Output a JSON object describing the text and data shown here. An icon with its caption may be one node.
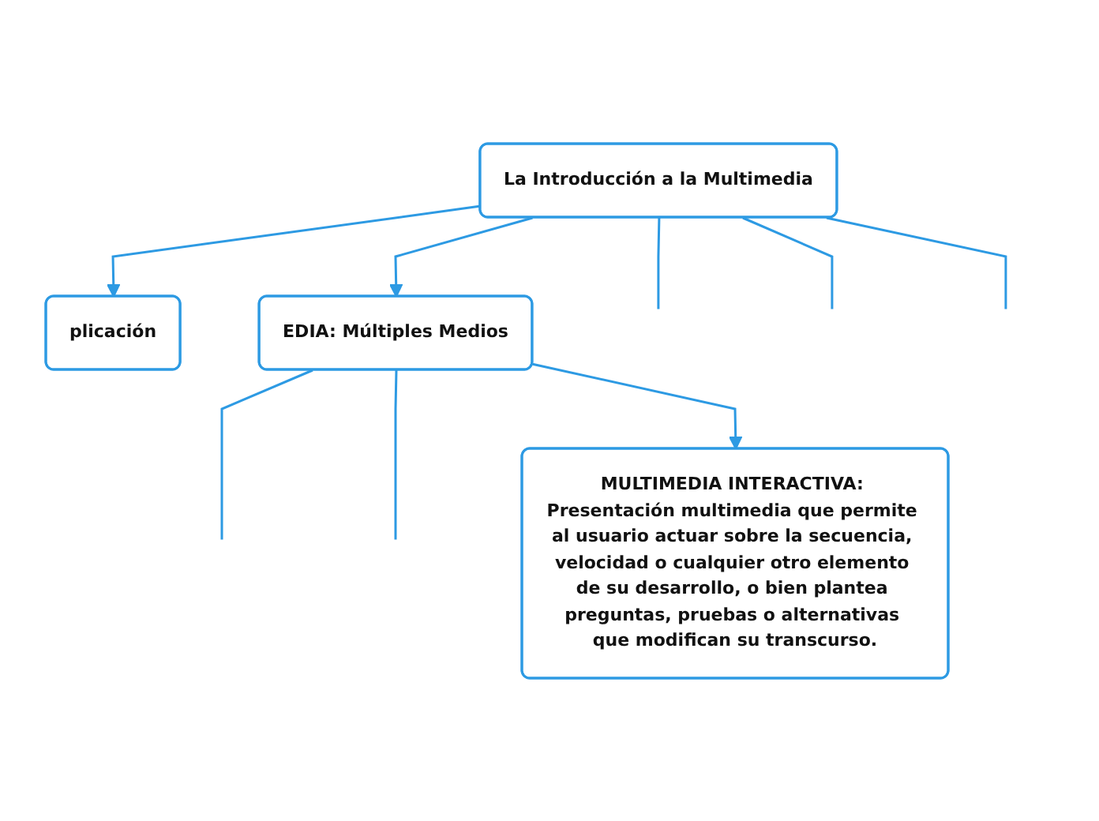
{
  "diagram": {
    "nodes": [
      {
        "text": [
          "plicación"
        ]
      },
      {
        "text": [
          "La Introducción a la Multimedia"
        ]
      },
      {
        "text": [
          "EDIA: Múltiples Medios"
        ]
      },
      {
        "text": [
          "MULTIMEDIA INTERACTIVA: Presentación multimedia que permite al usuario actuar sobre la secuencia, velocidad o cualquier otro elemento de su desarrollo, o bien plantea preguntas, pruebas o alternativas que modifican su transcurso."
        ]
      }
    ],
    "edges": [
      {
        "from": 1,
        "to": 0,
        "arrow": "to"
      },
      {
        "from": 1,
        "to": null,
        "arrow": "none"
      },
      {
        "from": 1,
        "to": null,
        "arrow": "none"
      },
      {
        "from": 1,
        "to": 2,
        "arrow": "to"
      },
      {
        "from": 1,
        "to": null,
        "arrow": "none"
      },
      {
        "from": 2,
        "to": null,
        "arrow": "none"
      },
      {
        "from": 2,
        "to": null,
        "arrow": "none"
      },
      {
        "from": 2,
        "to": 3,
        "arrow": "to"
      }
    ]
  }
}
